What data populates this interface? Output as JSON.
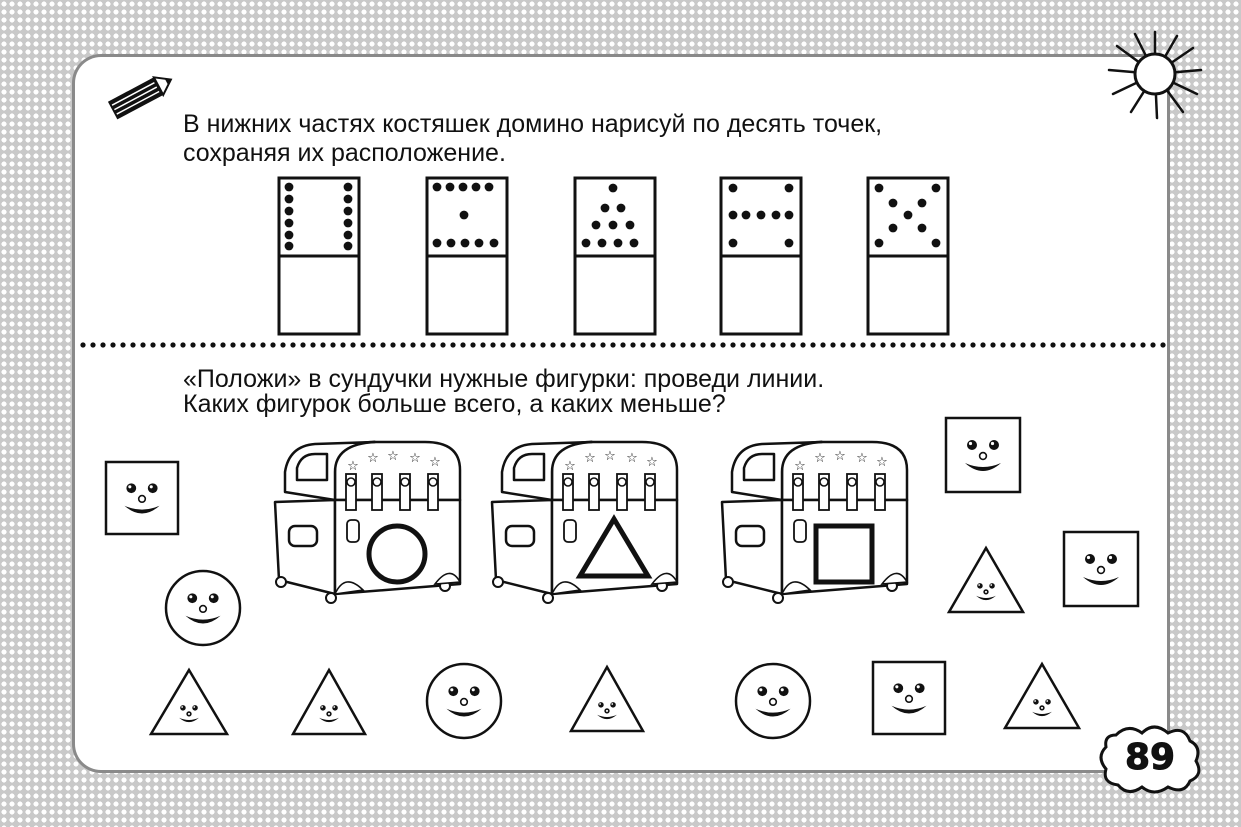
{
  "task1": {
    "line1": "В нижних частях костяшек домино нарисуй по десять точек,",
    "line2": "сохраняя их расположение."
  },
  "task2": {
    "line1": "«Положи» в сундучки нужные фигурки: проведи линии.",
    "line2": "Каких фигурок больше всего, а каких меньше?"
  },
  "page_number": "89",
  "icons": {
    "pencil": "pencil-icon",
    "sun": "sun-icon"
  },
  "colors": {
    "background": "#c9c9c9",
    "ink": "#111111",
    "card": "#ffffff"
  }
}
